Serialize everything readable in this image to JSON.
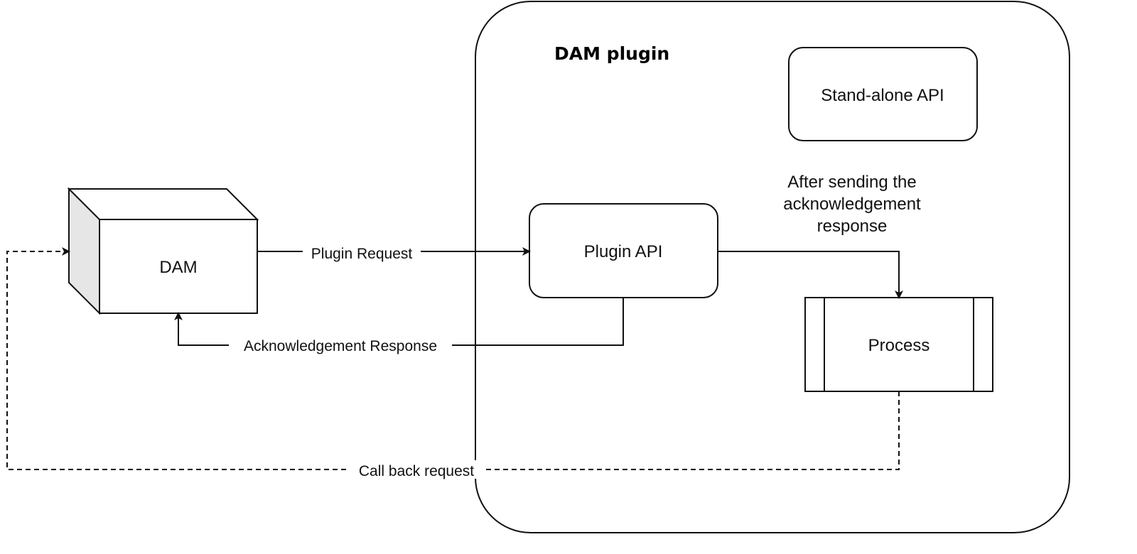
{
  "diagram": {
    "container": {
      "title": "DAM plugin"
    },
    "nodes": {
      "dam": {
        "label": "DAM"
      },
      "plugin_api": {
        "label": "Plugin API"
      },
      "standalone_api": {
        "label": "Stand-alone API"
      },
      "process": {
        "label": "Process"
      }
    },
    "edges": {
      "plugin_request": {
        "label": "Plugin Request"
      },
      "ack_response": {
        "label": "Acknowledgement Response"
      },
      "callback": {
        "label": "Call back request"
      }
    },
    "note": {
      "lines": [
        "After sending the",
        "acknowledgement",
        "response"
      ]
    },
    "colors": {
      "stroke": "#111111",
      "cube_side": "#e6e6e6",
      "background": "#ffffff"
    }
  }
}
